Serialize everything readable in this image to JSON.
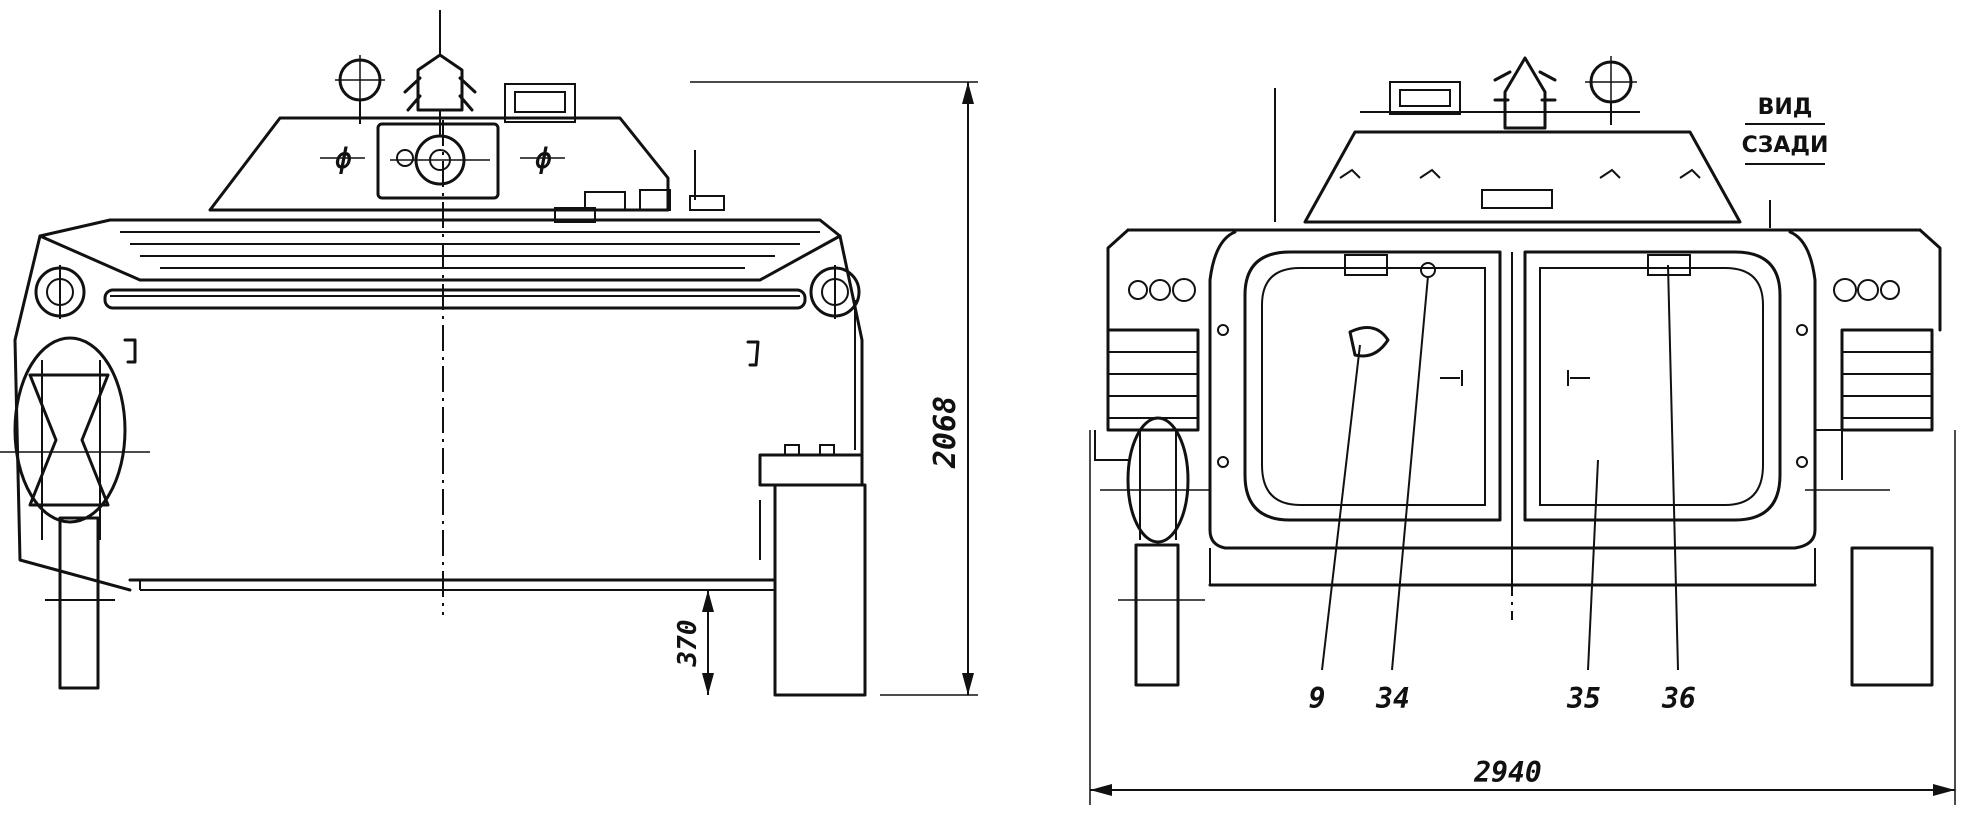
{
  "front_view": {
    "dimension_height": "2068",
    "dimension_clearance": "370",
    "symbol_phi": "ф"
  },
  "rear_view": {
    "caption_line1": "ВИД",
    "caption_line2": "СЗАДИ",
    "dimension_width": "2940",
    "callouts": [
      "9",
      "34",
      "35",
      "36"
    ]
  }
}
